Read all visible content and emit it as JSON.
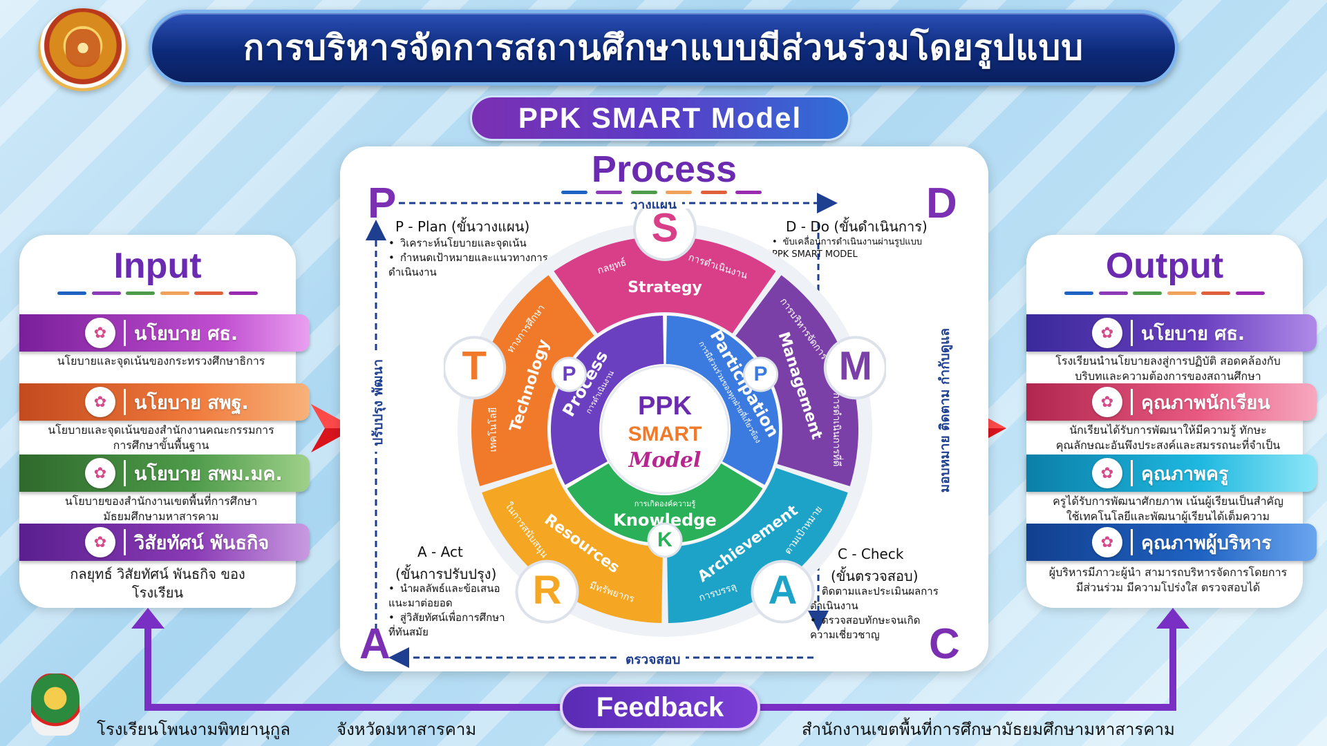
{
  "header": {
    "title": "การบริหารจัดการสถานศึกษาแบบมีส่วนร่วมโดยรูปแบบ",
    "model_name": "PPK SMART  Model"
  },
  "input": {
    "title": "Input",
    "items": [
      {
        "label": "นโยบาย ศธ.",
        "desc": "นโยบายและจุดเน้นของกระทรวงศึกษาธิการ",
        "color": "#9a2bb0"
      },
      {
        "label": "นโยบาย สพฐ.",
        "desc": "นโยบายและจุดเน้นของสำนักงานคณะกรรมการการศึกษาขั้นพื้นฐาน",
        "color": "#f07a3c"
      },
      {
        "label": "นโยบาย สพม.มค.",
        "desc": "นโยบายของสำนักงานเขตพื้นที่การศึกษามัธยมศึกษามหาสารคาม",
        "color": "#4e9b4a"
      },
      {
        "label": "วิสัยทัศน์ พันธกิจ",
        "desc": "กลยุทธ์ วิสัยทัศน์ พันธกิจ ของโรงเรียน",
        "color": "#8a3bb5"
      }
    ]
  },
  "output": {
    "title": "Output",
    "items": [
      {
        "label": "นโยบาย ศธ.",
        "desc": "โรงเรียนนำนโยบายลงสู่การปฏิบัติ สอดคล้องกับบริบทและความต้องการของสถานศึกษา",
        "color": "#6a3fc0"
      },
      {
        "label": "คุณภาพนักเรียน",
        "desc": "นักเรียนได้รับการพัฒนาให้มีความรู้ ทักษะ คุณลักษณะอันพึงประสงค์และสมรรถนะที่จำเป็น",
        "color": "#e95a82"
      },
      {
        "label": "คุณภาพครู",
        "desc": "ครูได้รับการพัฒนาศักยภาพ เน้นผู้เรียนเป็นสำคัญ ใช้เทคโนโลยีและพัฒนาผู้เรียนได้เต็มความสามารถ",
        "color": "#1fb8e0"
      },
      {
        "label": "คุณภาพผู้บริหาร",
        "desc": "ผู้บริหารมีภาวะผู้นำ สามารถบริหารจัดการโดยการมีส่วนร่วม มีความโปร่งใส ตรวจสอบได้",
        "color": "#1f63c2"
      }
    ]
  },
  "process": {
    "title": "Process",
    "corners": {
      "p": "P",
      "d": "D",
      "a": "A",
      "c": "C"
    },
    "loop": {
      "top": "วางแผน",
      "bottom": "ตรวจสอบ",
      "left": "ปรับปรุง พัฒนา",
      "right": "มอบหมาย ติดตาม กำกับดูแล"
    },
    "plan": {
      "head": "P - Plan (ขั้นวางแผน)",
      "items": [
        "วิเคราะห์นโยบายและจุดเน้น",
        "กำหนดเป้าหมายและแนวทางการดำเนินงาน"
      ]
    },
    "do": {
      "head": "D - Do (ขั้นดำเนินการ)",
      "items": [
        "ขับเคลื่อนการดำเนินงานผ่านรูปแบบ PPK SMART  MODEL"
      ]
    },
    "act": {
      "head1": "A - Act",
      "head2": "(ขั้นการปรับปรุง)",
      "items": [
        "นำผลลัพธ์และข้อเสนอแนะมาต่อยอด",
        "สู่วิสัยทัศน์เพื่อการศึกษาที่ทันสมัย"
      ]
    },
    "check": {
      "head1": "C - Check",
      "head2": "(ขั้นตรวจสอบ)",
      "items": [
        "ติดตามและประเมินผลการดำเนินงาน",
        "ตรวจสอบทักษะจนเกิดความเชี่ยวชาญ"
      ]
    }
  },
  "wheel": {
    "center": {
      "line1": "PPK",
      "line2": "SMART",
      "line3": "Model"
    },
    "outer": [
      {
        "letter": "S",
        "name": "Strategy",
        "thai1": "กลยุทธ์",
        "thai2": "การดำเนินงาน",
        "color": "#d93f88"
      },
      {
        "letter": "M",
        "name": "Management",
        "thai1": "การบริหารจัดการ",
        "thai2": "การดำเนินการที่ดี",
        "color": "#7b3fa8"
      },
      {
        "letter": "A",
        "name": "Archievement",
        "thai1": "ตามเป้าหมาย",
        "thai2": "การบรรลุ",
        "color": "#1ca3c7"
      },
      {
        "letter": "R",
        "name": "Resources",
        "thai1": "มีทรัพยากร",
        "thai2": "ในการสนับสนุน",
        "color": "#f5a623"
      },
      {
        "letter": "T",
        "name": "Technology",
        "thai1": "เทคโนโลยี",
        "thai2": "ทางการศึกษา",
        "color": "#f07a2a"
      }
    ],
    "inner": [
      {
        "letter": "P",
        "name": "Process",
        "thai": "การดำเนินงาน",
        "color": "#6a3fc0"
      },
      {
        "letter": "P",
        "name": "Participation",
        "thai": "การมีส่วนร่วมของทุกฝ่ายที่เกี่ยวข้อง",
        "color": "#3b7be0"
      },
      {
        "letter": "K",
        "name": "Knowledge",
        "thai": "การเกิดองค์ความรู้",
        "color": "#2bb05a"
      }
    ]
  },
  "feedback": "Feedback",
  "footer": {
    "school": "โรงเรียนโพนงามพิทยานุกูล",
    "province": "จังหวัดมหาสารคาม",
    "office": "สำนักงานเขตพื้นที่การศึกษามัธยมศึกษามหาสารคาม"
  },
  "colors": {
    "accent": "#6a2bb0",
    "dash": [
      "#1f63c2",
      "#8a3bb5",
      "#4e9b4a",
      "#f0a15c",
      "#e0603c",
      "#9a2bb0"
    ]
  }
}
